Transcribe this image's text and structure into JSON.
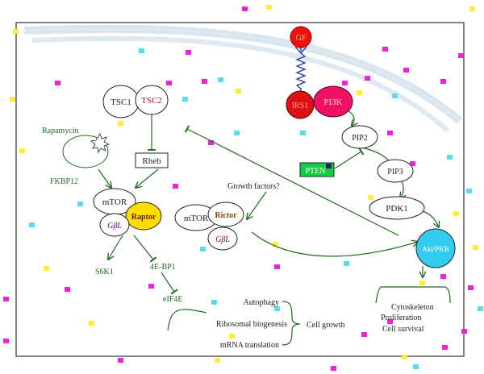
{
  "nodes": {
    "gf": "GF",
    "irs1": "IRS1",
    "pi3k": "PI3K",
    "tsc1": "TSC1",
    "tsc2": "TSC2",
    "rheb": "Rheb",
    "rapamycin": "Rapamycin",
    "fkbp12": "FKBP12",
    "mtor1": "mTOR",
    "raptor": "Raptor",
    "gbl1": "GβL",
    "mtor2": "mTOR",
    "rictor": "Rictor",
    "gbl2": "GβL",
    "growth_factors": "Growth factors?",
    "pip2": "PIP2",
    "pip3": "PIP3",
    "pten": "PTEN",
    "pdk1": "PDK1",
    "akt": "Akt/PKB",
    "s6k1": "S6K1",
    "bp1": "4E-BP1",
    "eif4e": "eIF4E"
  },
  "outcomes_left": [
    "Autophagy",
    "Ribosomal biogenesis",
    "mRNA translation"
  ],
  "outcome_left_label": "Cell growth",
  "outcomes_right": [
    "Cytoskeleton",
    "Proliferation",
    "Cell survival"
  ],
  "colors": {
    "membrane": "#d6e4ef",
    "line": "#1f6b1f",
    "gf": "#ee1111",
    "irs1": "#dd1111",
    "pi3k": "#ee1166",
    "tsc2_text": "#aa1155",
    "raptor": "#ffdd00",
    "rictor_text": "#884400",
    "pten": "#11cc44",
    "akt": "#33ccee",
    "receptor": "#2233aa"
  }
}
